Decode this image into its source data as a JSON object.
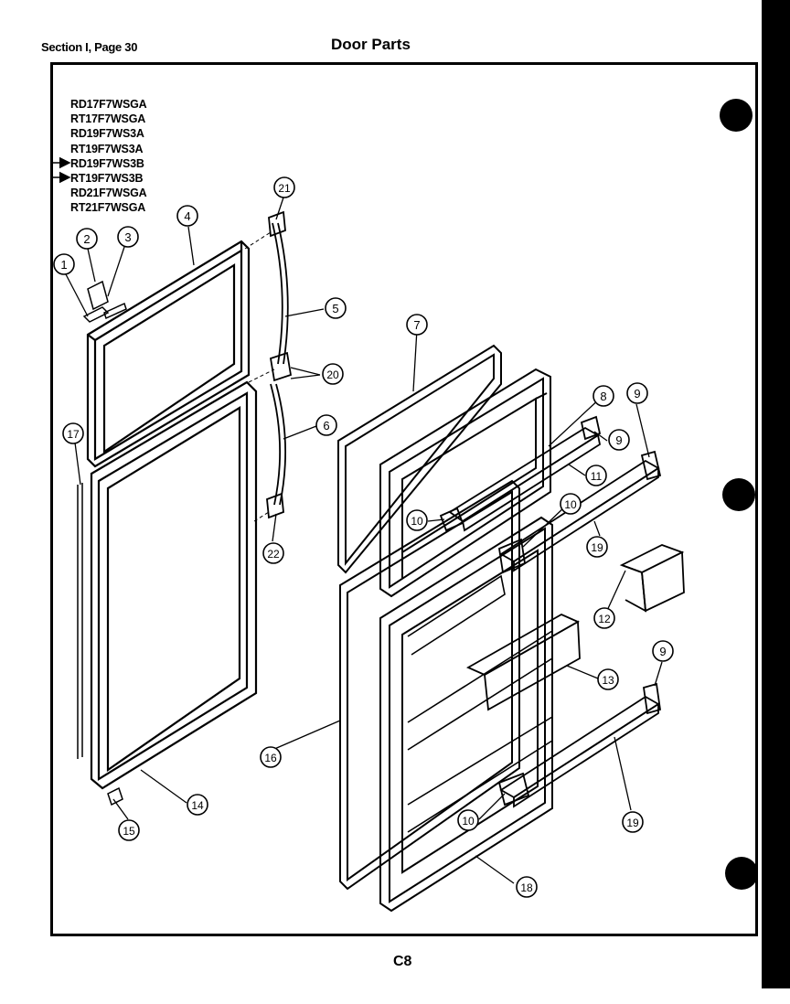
{
  "header": {
    "section": "Section I, Page 30",
    "title": "Door Parts"
  },
  "models": [
    {
      "code": "RD17F7WSGA",
      "arrow": false
    },
    {
      "code": "RT17F7WSGA",
      "arrow": false
    },
    {
      "code": "RD19F7WS3A",
      "arrow": false
    },
    {
      "code": "RT19F7WS3A",
      "arrow": false
    },
    {
      "code": "RD19F7WS3B",
      "arrow": true
    },
    {
      "code": "RT19F7WS3B",
      "arrow": true
    },
    {
      "code": "RD21F7WSGA",
      "arrow": false
    },
    {
      "code": "RT21F7WSGA",
      "arrow": false
    }
  ],
  "callouts": [
    "1",
    "2",
    "3",
    "4",
    "5",
    "6",
    "7",
    "8",
    "9",
    "9",
    "9",
    "10",
    "10",
    "10",
    "11",
    "12",
    "13",
    "14",
    "15",
    "16",
    "17",
    "18",
    "19",
    "19",
    "20",
    "21",
    "22"
  ],
  "footer": {
    "page_code": "C8"
  }
}
